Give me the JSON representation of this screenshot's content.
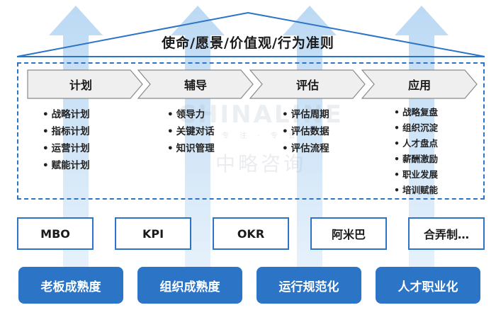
{
  "roof": {
    "title": "使命/愿景/价值观/行为准则"
  },
  "phases": [
    {
      "label": "计划",
      "items": [
        "战略计划",
        "指标计划",
        "运营计划",
        "赋能计划"
      ]
    },
    {
      "label": "辅导",
      "items": [
        "领导力",
        "关键对话",
        "知识管理"
      ]
    },
    {
      "label": "评估",
      "items": [
        "评估周期",
        "评估数据",
        "评估流程"
      ]
    },
    {
      "label": "应用",
      "items": [
        "战略复盘",
        "组织沉淀",
        "人才盘点",
        "薪酬激励",
        "职业发展",
        "培训赋能"
      ]
    }
  ],
  "tools": [
    "MBO",
    "KPI",
    "OKR",
    "阿米巴",
    "合弄制…"
  ],
  "maturity": [
    "老板成熟度",
    "组织成熟度",
    "运行规范化",
    "人才职业化"
  ],
  "watermark": {
    "en": "CHINALINE",
    "sub": "专 注 · 专 业",
    "cn": "中略咨询"
  },
  "colors": {
    "primary": "#2c74c6",
    "arrow_light": "#cfe4f8",
    "chevron_fill": "#efefef",
    "chevron_stroke": "#8a8a8a"
  }
}
